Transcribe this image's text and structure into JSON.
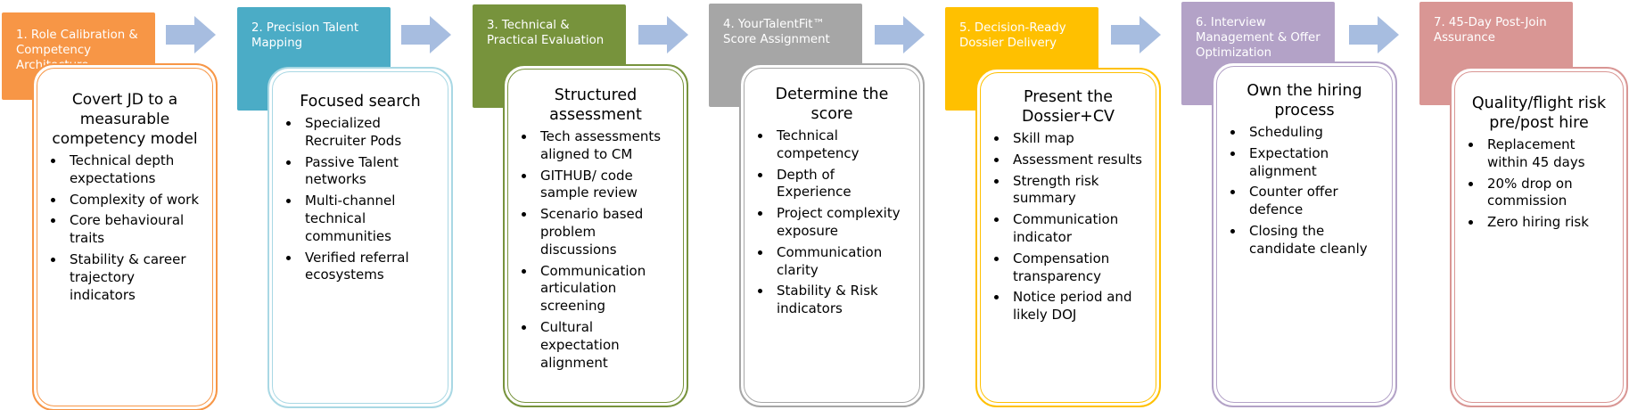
{
  "steps": [
    {
      "number": "1.",
      "title": "Role Calibration & Competency Architecture",
      "color": "#f79646",
      "card_title": "Covert JD to  a measurable competency model",
      "items": [
        "Technical depth expectations",
        "Complexity of work",
        "Core behavioural traits",
        "Stability & career trajectory indicators"
      ]
    },
    {
      "number": "2.",
      "title": "Precision Talent Mapping",
      "color": "#4bacc6",
      "border": "#a9d8e4",
      "card_title": "Focused search",
      "items": [
        "Specialized Recruiter Pods",
        "Passive Talent networks",
        "Multi-channel technical communities",
        "Verified referral ecosystems"
      ]
    },
    {
      "number": "3.",
      "title": "Technical & Practical Evaluation",
      "color": "#77933c",
      "card_title": "Structured assessment",
      "items": [
        "Tech assessments aligned to CM",
        "GITHUB/ code sample review",
        "Scenario based problem discussions",
        "Communication articulation screening",
        "Cultural expectation alignment"
      ]
    },
    {
      "number": "4.",
      "title": "YourTalentFit™ Score Assignment",
      "color": "#a6a6a6",
      "card_title": "Determine the score",
      "items": [
        "Technical competency",
        "Depth of Experience",
        "Project complexity exposure",
        "Communication clarity",
        "Stability & Risk indicators"
      ]
    },
    {
      "number": "5.",
      "title": "Decision-Ready Dossier Delivery",
      "color": "#ffc000",
      "card_title": "Present the Dossier+CV",
      "items": [
        "Skill map",
        "Assessment results",
        "Strength risk summary",
        "Communication indicator",
        "Compensation transparency",
        "Notice period and likely DOJ"
      ]
    },
    {
      "number": "6.",
      "title": "Interview Management & Offer Optimization",
      "color": "#b3a2c7",
      "card_title": "Own the hiring process",
      "items": [
        "Scheduling",
        "Expectation alignment",
        "Counter offer defence",
        "Closing the candidate cleanly"
      ]
    },
    {
      "number": "7.",
      "title": "45-Day Post-Join Assurance",
      "color": "#d99694",
      "card_title": "Quality/flight risk pre/post hire",
      "items": [
        "Replacement within 45 days",
        "20% drop on commission",
        "Zero hiring risk"
      ]
    }
  ],
  "arrow_color": "#a7bde0"
}
